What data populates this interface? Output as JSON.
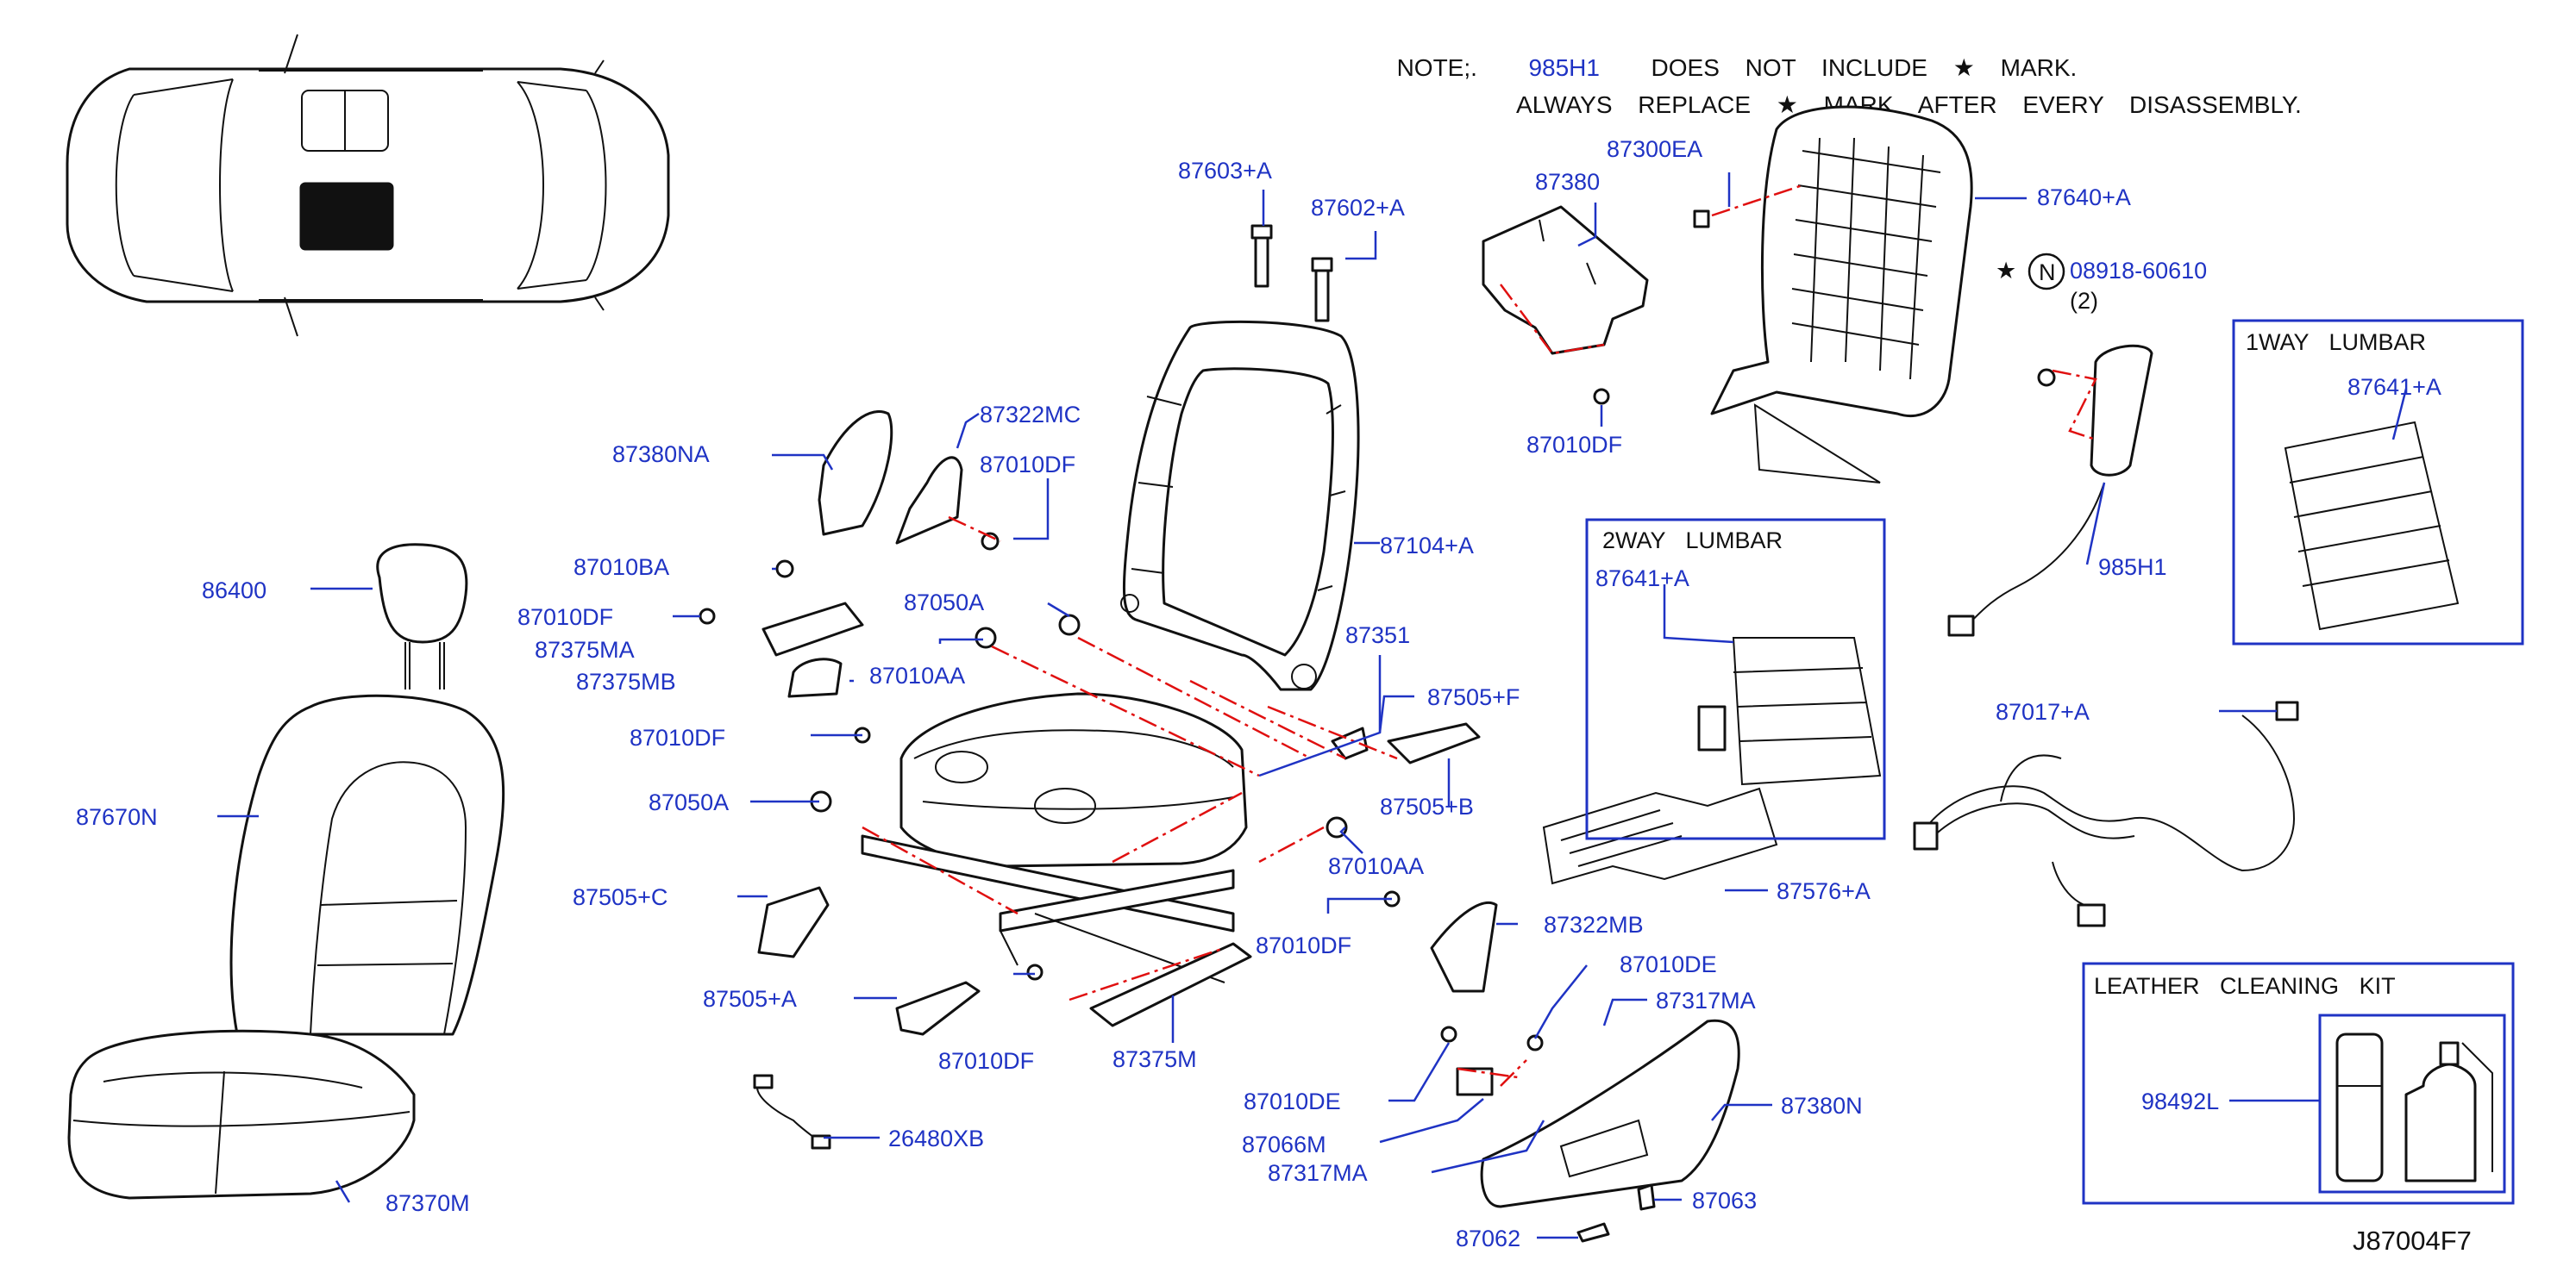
{
  "note": {
    "line1_prefix": "NOTE;.",
    "line1_part": "985H1",
    "line1_rest": "DOES NOT INCLUDE ★ MARK.",
    "line2": "ALWAYS REPLACE ★ MARK AFTER EVERY DISASSEMBLY."
  },
  "labels": {
    "p87603A": "87603+A",
    "p87602A": "87602+A",
    "p87380": "87380",
    "p87300EA": "87300EA",
    "p87640A": "87640+A",
    "p08918": "08918-60610",
    "p08918_qty": "(2)",
    "p87010DF_top": "87010DF",
    "p87322MC": "87322MC",
    "p87010DF_a": "87010DF",
    "p87380NA": "87380NA",
    "p87104A": "87104+A",
    "p87010BA": "87010BA",
    "p86400": "86400",
    "p87010DF_b": "87010DF",
    "p87375MA": "87375MA",
    "p87050A_top": "87050A",
    "p87351": "87351",
    "p87010AA_l": "87010AA",
    "p87375MB": "87375MB",
    "p87505F": "87505+F",
    "p87010DF_c": "87010DF",
    "p87505B": "87505+B",
    "p87670N": "87670N",
    "p87050A": "87050A",
    "p87010AA_r": "87010AA",
    "p87505C": "87505+C",
    "p87322MB": "87322MB",
    "p87010DF_d": "87010DF",
    "p87576A": "87576+A",
    "p87505A": "87505+A",
    "p87010DE_r": "87010DE",
    "p87317MA_r": "87317MA",
    "p87010DF_e": "87010DF",
    "p87375M": "87375M",
    "p87010DE_l": "87010DE",
    "p87380N": "87380N",
    "p87066M": "87066M",
    "p26480XB": "26480XB",
    "p87317MA_l": "87317MA",
    "p87370M": "87370M",
    "p87063": "87063",
    "p87062": "87062",
    "p985H1": "985H1",
    "p87017A": "87017+A",
    "p98492L": "98492L",
    "box2_p87641A": "87641+A",
    "box1_p87641A": "87641+A"
  },
  "symbols": {
    "star": "★",
    "circled_n": "N"
  },
  "boxes": {
    "two_way_title": "2WAY LUMBAR",
    "one_way_title": "1WAY LUMBAR",
    "leather_title": "LEATHER CLEANING KIT"
  },
  "figure_code": "J87004F7",
  "colors": {
    "label_blue": "#1f33c4",
    "dash_red": "#e01010",
    "line_black": "#111111"
  }
}
